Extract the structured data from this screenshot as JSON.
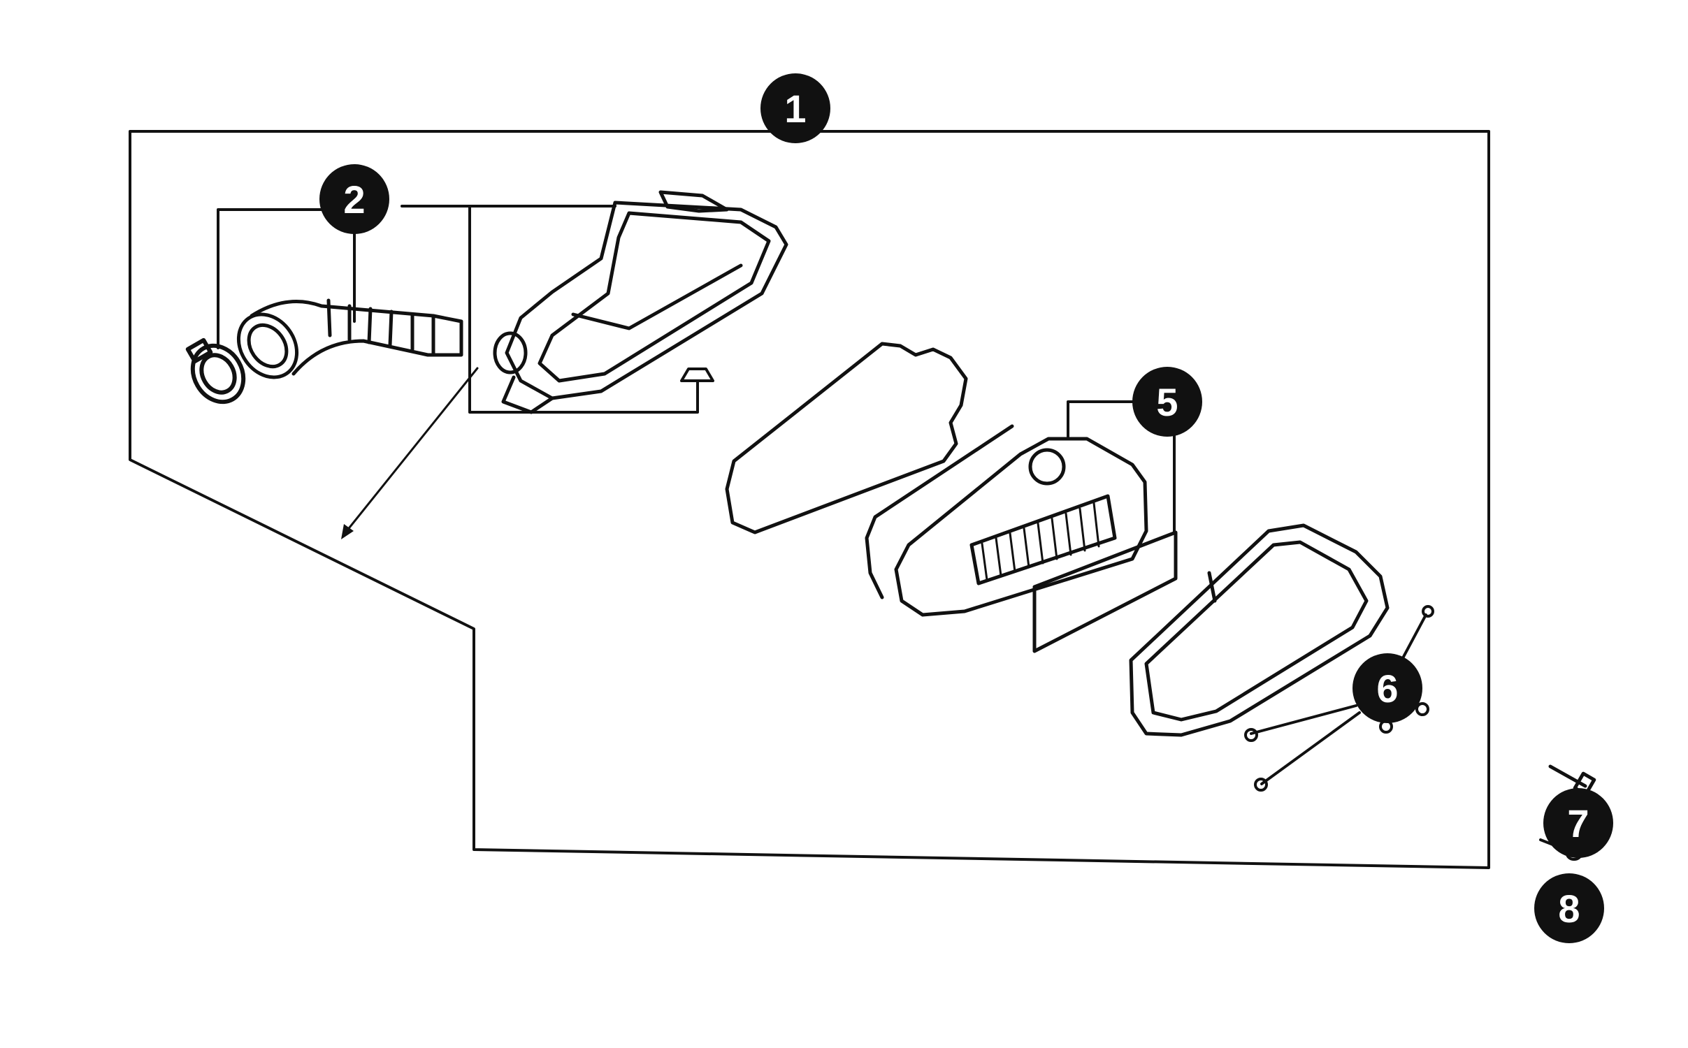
{
  "colors": {
    "ink": "#111111",
    "callout_fill": "#111111",
    "callout_text": "#ffffff",
    "background": "#ffffff"
  },
  "callouts": [
    {
      "id": "c1",
      "label": "1"
    },
    {
      "id": "c2",
      "label": "2"
    },
    {
      "id": "c5",
      "label": "5"
    },
    {
      "id": "c6",
      "label": "6"
    },
    {
      "id": "c7",
      "label": "7"
    },
    {
      "id": "c8",
      "label": "8"
    }
  ]
}
